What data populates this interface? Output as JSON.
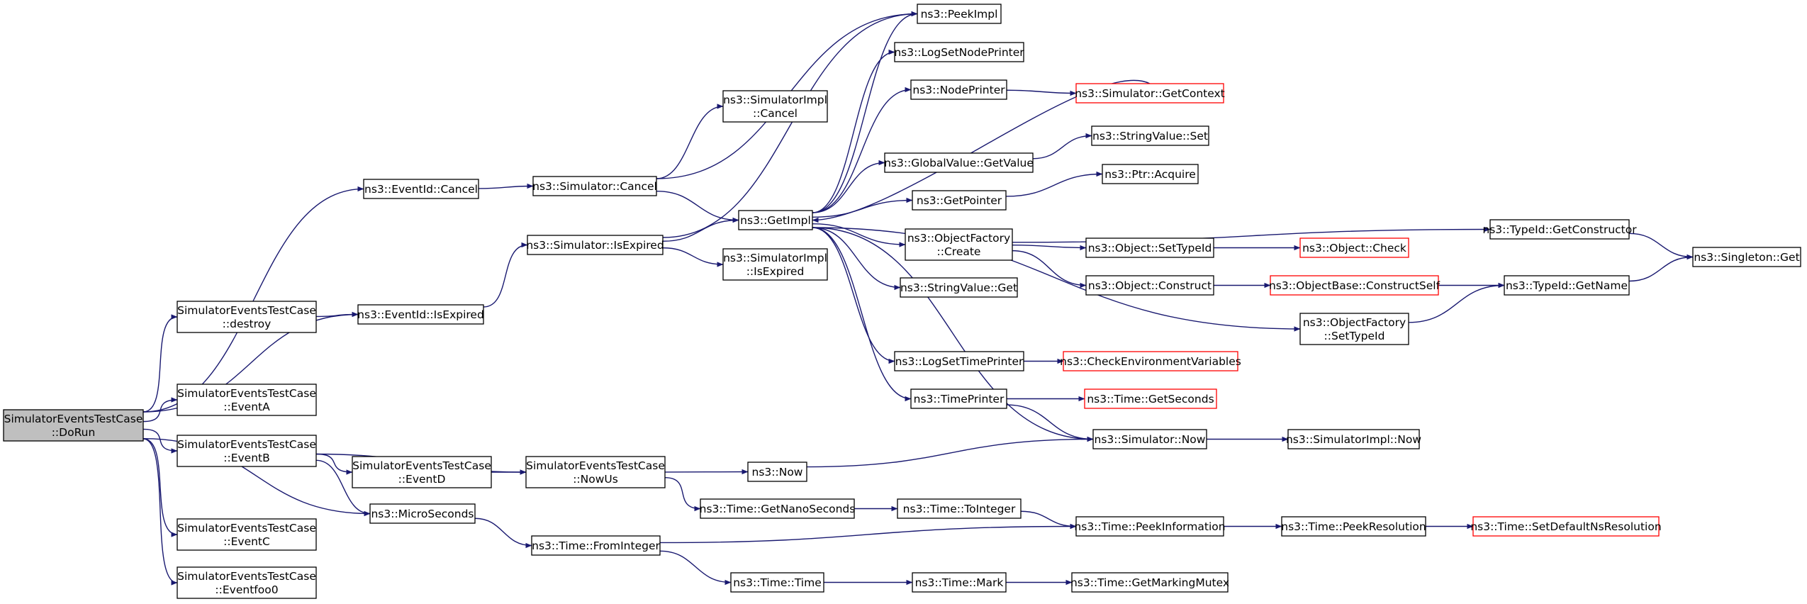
{
  "colors": {
    "edge": "#191970",
    "node_border": "#000000",
    "node_border_incomplete": "#ff0000",
    "root_fill": "#bfbfbf",
    "node_fill": "#ffffff"
  },
  "nodes": [
    {
      "id": "root",
      "lines": [
        "SimulatorEventsTestCase",
        "::DoRun"
      ],
      "root": true
    },
    {
      "id": "eventid_cancel",
      "lines": [
        "ns3::EventId::Cancel"
      ]
    },
    {
      "id": "destroy",
      "lines": [
        "SimulatorEventsTestCase",
        "::destroy"
      ]
    },
    {
      "id": "eventid_isexpired",
      "lines": [
        "ns3::EventId::IsExpired"
      ]
    },
    {
      "id": "eventA",
      "lines": [
        "SimulatorEventsTestCase",
        "::EventA"
      ]
    },
    {
      "id": "eventB",
      "lines": [
        "SimulatorEventsTestCase",
        "::EventB"
      ]
    },
    {
      "id": "eventC",
      "lines": [
        "SimulatorEventsTestCase",
        "::EventC"
      ]
    },
    {
      "id": "eventfoo0",
      "lines": [
        "SimulatorEventsTestCase",
        "::Eventfoo0"
      ]
    },
    {
      "id": "eventD",
      "lines": [
        "SimulatorEventsTestCase",
        "::EventD"
      ]
    },
    {
      "id": "microseconds",
      "lines": [
        "ns3::MicroSeconds"
      ]
    },
    {
      "id": "sim_cancel",
      "lines": [
        "ns3::Simulator::Cancel"
      ]
    },
    {
      "id": "sim_isexpired",
      "lines": [
        "ns3::Simulator::IsExpired"
      ]
    },
    {
      "id": "nowus",
      "lines": [
        "SimulatorEventsTestCase",
        "::NowUs"
      ]
    },
    {
      "id": "fromint",
      "lines": [
        "ns3::Time::FromInteger"
      ]
    },
    {
      "id": "simimpl_cancel",
      "lines": [
        "ns3::SimulatorImpl",
        "::Cancel"
      ]
    },
    {
      "id": "getimpl",
      "lines": [
        "ns3::GetImpl"
      ]
    },
    {
      "id": "simimpl_isexpired",
      "lines": [
        "ns3::SimulatorImpl",
        "::IsExpired"
      ]
    },
    {
      "id": "now",
      "lines": [
        "ns3::Now"
      ]
    },
    {
      "id": "getnano",
      "lines": [
        "ns3::Time::GetNanoSeconds"
      ]
    },
    {
      "id": "timetime",
      "lines": [
        "ns3::Time::Time"
      ]
    },
    {
      "id": "peekimpl",
      "lines": [
        "ns3::PeekImpl"
      ]
    },
    {
      "id": "logsetnode",
      "lines": [
        "ns3::LogSetNodePrinter"
      ]
    },
    {
      "id": "nodeprinter",
      "lines": [
        "ns3::NodePrinter"
      ]
    },
    {
      "id": "gv_getvalue",
      "lines": [
        "ns3::GlobalValue::GetValue"
      ]
    },
    {
      "id": "getpointer",
      "lines": [
        "ns3::GetPointer"
      ]
    },
    {
      "id": "of_create",
      "lines": [
        "ns3::ObjectFactory",
        "::Create"
      ]
    },
    {
      "id": "sv_get",
      "lines": [
        "ns3::StringValue::Get"
      ]
    },
    {
      "id": "logsettime",
      "lines": [
        "ns3::LogSetTimePrinter"
      ]
    },
    {
      "id": "timeprinter",
      "lines": [
        "ns3::TimePrinter"
      ]
    },
    {
      "id": "tointeger",
      "lines": [
        "ns3::Time::ToInteger"
      ]
    },
    {
      "id": "mark",
      "lines": [
        "ns3::Time::Mark"
      ]
    },
    {
      "id": "getcontext",
      "lines": [
        "ns3::Simulator::GetContext"
      ],
      "incomplete": true
    },
    {
      "id": "sv_set",
      "lines": [
        "ns3::StringValue::Set"
      ]
    },
    {
      "id": "ptr_acquire",
      "lines": [
        "ns3::Ptr::Acquire"
      ]
    },
    {
      "id": "obj_settypeid",
      "lines": [
        "ns3::Object::SetTypeId"
      ]
    },
    {
      "id": "obj_construct",
      "lines": [
        "ns3::Object::Construct"
      ]
    },
    {
      "id": "of_settypeid",
      "lines": [
        "ns3::ObjectFactory",
        "::SetTypeId"
      ]
    },
    {
      "id": "checkenv",
      "lines": [
        "ns3::CheckEnvironmentVariables"
      ],
      "incomplete": true
    },
    {
      "id": "getseconds",
      "lines": [
        "ns3::Time::GetSeconds"
      ],
      "incomplete": true
    },
    {
      "id": "sim_now",
      "lines": [
        "ns3::Simulator::Now"
      ]
    },
    {
      "id": "peekinfo",
      "lines": [
        "ns3::Time::PeekInformation"
      ]
    },
    {
      "id": "getmarkmutex",
      "lines": [
        "ns3::Time::GetMarkingMutex"
      ]
    },
    {
      "id": "obj_check",
      "lines": [
        "ns3::Object::Check"
      ],
      "incomplete": true
    },
    {
      "id": "ob_constructself",
      "lines": [
        "ns3::ObjectBase::ConstructSelf"
      ],
      "incomplete": true
    },
    {
      "id": "simimpl_now",
      "lines": [
        "ns3::SimulatorImpl::Now"
      ]
    },
    {
      "id": "peekres",
      "lines": [
        "ns3::Time::PeekResolution"
      ]
    },
    {
      "id": "tid_getctor",
      "lines": [
        "ns3::TypeId::GetConstructor"
      ]
    },
    {
      "id": "tid_getname",
      "lines": [
        "ns3::TypeId::GetName"
      ]
    },
    {
      "id": "setdefres",
      "lines": [
        "ns3::Time::SetDefaultNsResolution"
      ],
      "incomplete": true
    },
    {
      "id": "singleton_get",
      "lines": [
        "ns3::Singleton::Get"
      ]
    }
  ],
  "edges": [
    [
      "root",
      "eventid_cancel"
    ],
    [
      "root",
      "destroy"
    ],
    [
      "root",
      "eventid_isexpired"
    ],
    [
      "root",
      "eventA"
    ],
    [
      "root",
      "eventB"
    ],
    [
      "root",
      "eventC"
    ],
    [
      "root",
      "eventfoo0"
    ],
    [
      "root",
      "microseconds"
    ],
    [
      "destroy",
      "eventid_isexpired"
    ],
    [
      "eventid_cancel",
      "sim_cancel"
    ],
    [
      "eventid_isexpired",
      "sim_isexpired"
    ],
    [
      "eventB",
      "eventD"
    ],
    [
      "eventB",
      "nowus"
    ],
    [
      "eventB",
      "microseconds"
    ],
    [
      "eventD",
      "nowus"
    ],
    [
      "microseconds",
      "fromint"
    ],
    [
      "sim_cancel",
      "simimpl_cancel"
    ],
    [
      "sim_cancel",
      "getimpl"
    ],
    [
      "sim_cancel",
      "peekimpl"
    ],
    [
      "sim_isexpired",
      "getimpl"
    ],
    [
      "sim_isexpired",
      "simimpl_isexpired"
    ],
    [
      "sim_isexpired",
      "peekimpl"
    ],
    [
      "nowus",
      "now"
    ],
    [
      "nowus",
      "getnano"
    ],
    [
      "fromint",
      "peekinfo"
    ],
    [
      "fromint",
      "timetime"
    ],
    [
      "now",
      "sim_now"
    ],
    [
      "getnano",
      "tointeger"
    ],
    [
      "tointeger",
      "peekinfo"
    ],
    [
      "timetime",
      "mark"
    ],
    [
      "mark",
      "getmarkmutex"
    ],
    [
      "getimpl",
      "peekimpl"
    ],
    [
      "getimpl",
      "logsetnode"
    ],
    [
      "getimpl",
      "nodeprinter"
    ],
    [
      "getimpl",
      "gv_getvalue"
    ],
    [
      "getimpl",
      "getpointer"
    ],
    [
      "getimpl",
      "of_create"
    ],
    [
      "getimpl",
      "sv_get"
    ],
    [
      "getimpl",
      "of_settypeid"
    ],
    [
      "getimpl",
      "logsettime"
    ],
    [
      "getimpl",
      "timeprinter"
    ],
    [
      "getimpl",
      "sim_now"
    ],
    [
      "nodeprinter",
      "getcontext"
    ],
    [
      "getcontext",
      "getimpl"
    ],
    [
      "gv_getvalue",
      "sv_set"
    ],
    [
      "getpointer",
      "ptr_acquire"
    ],
    [
      "of_create",
      "tid_getctor"
    ],
    [
      "of_create",
      "obj_settypeid"
    ],
    [
      "of_create",
      "obj_construct"
    ],
    [
      "logsettime",
      "checkenv"
    ],
    [
      "timeprinter",
      "getseconds"
    ],
    [
      "timeprinter",
      "sim_now"
    ],
    [
      "sim_now",
      "simimpl_now"
    ],
    [
      "peekinfo",
      "peekres"
    ],
    [
      "peekres",
      "setdefres"
    ],
    [
      "obj_settypeid",
      "obj_check"
    ],
    [
      "obj_construct",
      "ob_constructself"
    ],
    [
      "ob_constructself",
      "tid_getname"
    ],
    [
      "of_settypeid",
      "tid_getname"
    ],
    [
      "tid_getctor",
      "singleton_get"
    ],
    [
      "tid_getname",
      "singleton_get"
    ]
  ]
}
